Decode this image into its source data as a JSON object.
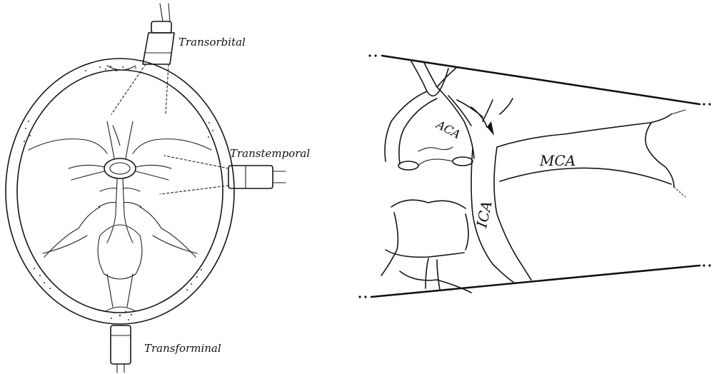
{
  "left_panel": {
    "probe_labels": {
      "transorbital": "Transorbital",
      "transtemporal": "Transtemporal",
      "transforminal": "Transforminal"
    }
  },
  "right_panel": {
    "vessel_labels": {
      "aca": "ACA",
      "ica": "ICA",
      "mca": "MCA"
    }
  }
}
